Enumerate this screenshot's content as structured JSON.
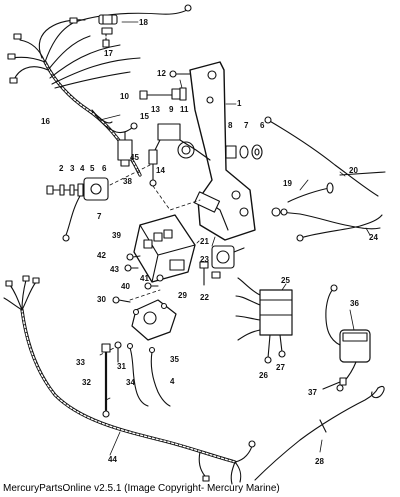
{
  "diagram": {
    "callouts": [
      "1",
      "2",
      "3",
      "4",
      "5",
      "6",
      "7",
      "8",
      "9",
      "10",
      "11",
      "12",
      "13",
      "14",
      "15",
      "16",
      "17",
      "18",
      "19",
      "20",
      "21",
      "22",
      "23",
      "24",
      "25",
      "26",
      "27",
      "28",
      "29",
      "30",
      "31",
      "32",
      "33",
      "34",
      "35",
      "36",
      "37",
      "38",
      "39",
      "40",
      "41",
      "42",
      "43",
      "44",
      "45"
    ]
  },
  "footer": {
    "credit": "MercuryPartsOnline v2.5.1 (Image Copyright- Mercury Marine)"
  },
  "colors": {
    "ink": "#111111",
    "background": "#ffffff"
  }
}
